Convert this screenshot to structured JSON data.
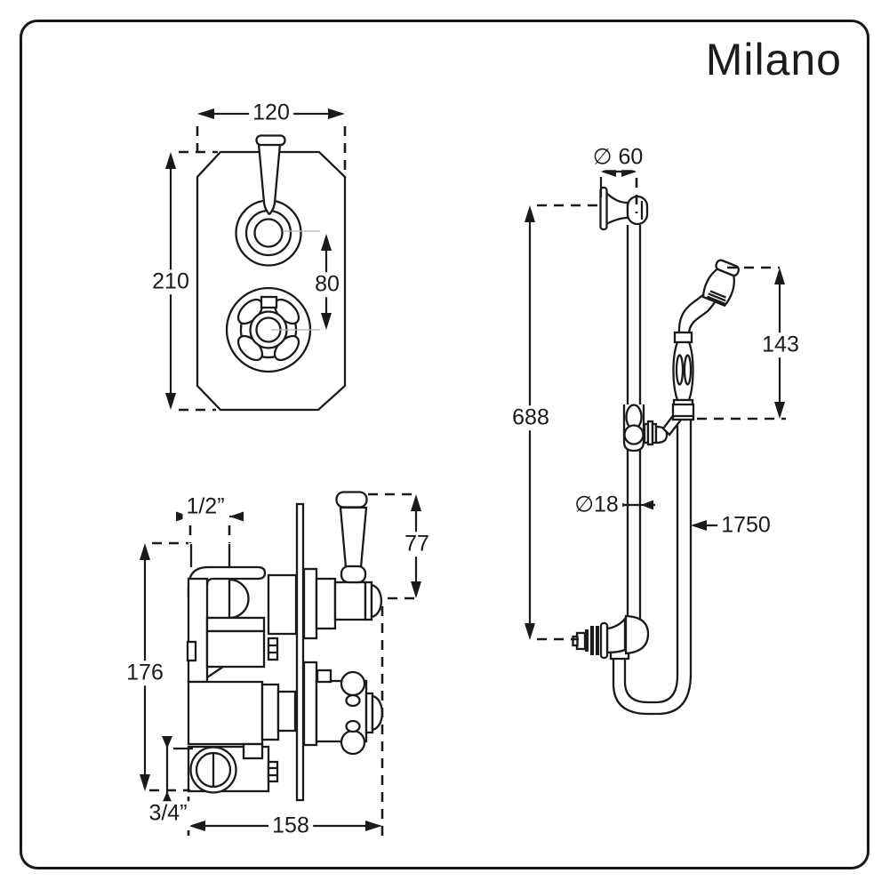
{
  "brand": {
    "name": "Milano"
  },
  "diagram": {
    "valve_front": {
      "width_mm": "120",
      "height_mm": "210",
      "control_spacing_mm": "80"
    },
    "valve_side": {
      "inlet_size": "1/2”",
      "handle_length_mm": "77",
      "body_height_mm": "176",
      "outlet_size": "3/4”",
      "body_depth_mm": "158"
    },
    "slide_rail": {
      "bracket_diameter": "∅ 60",
      "rail_length_mm": "688",
      "handset_length_mm": "143",
      "rail_diameter": "∅18",
      "hose_length_mm": "1750"
    }
  }
}
